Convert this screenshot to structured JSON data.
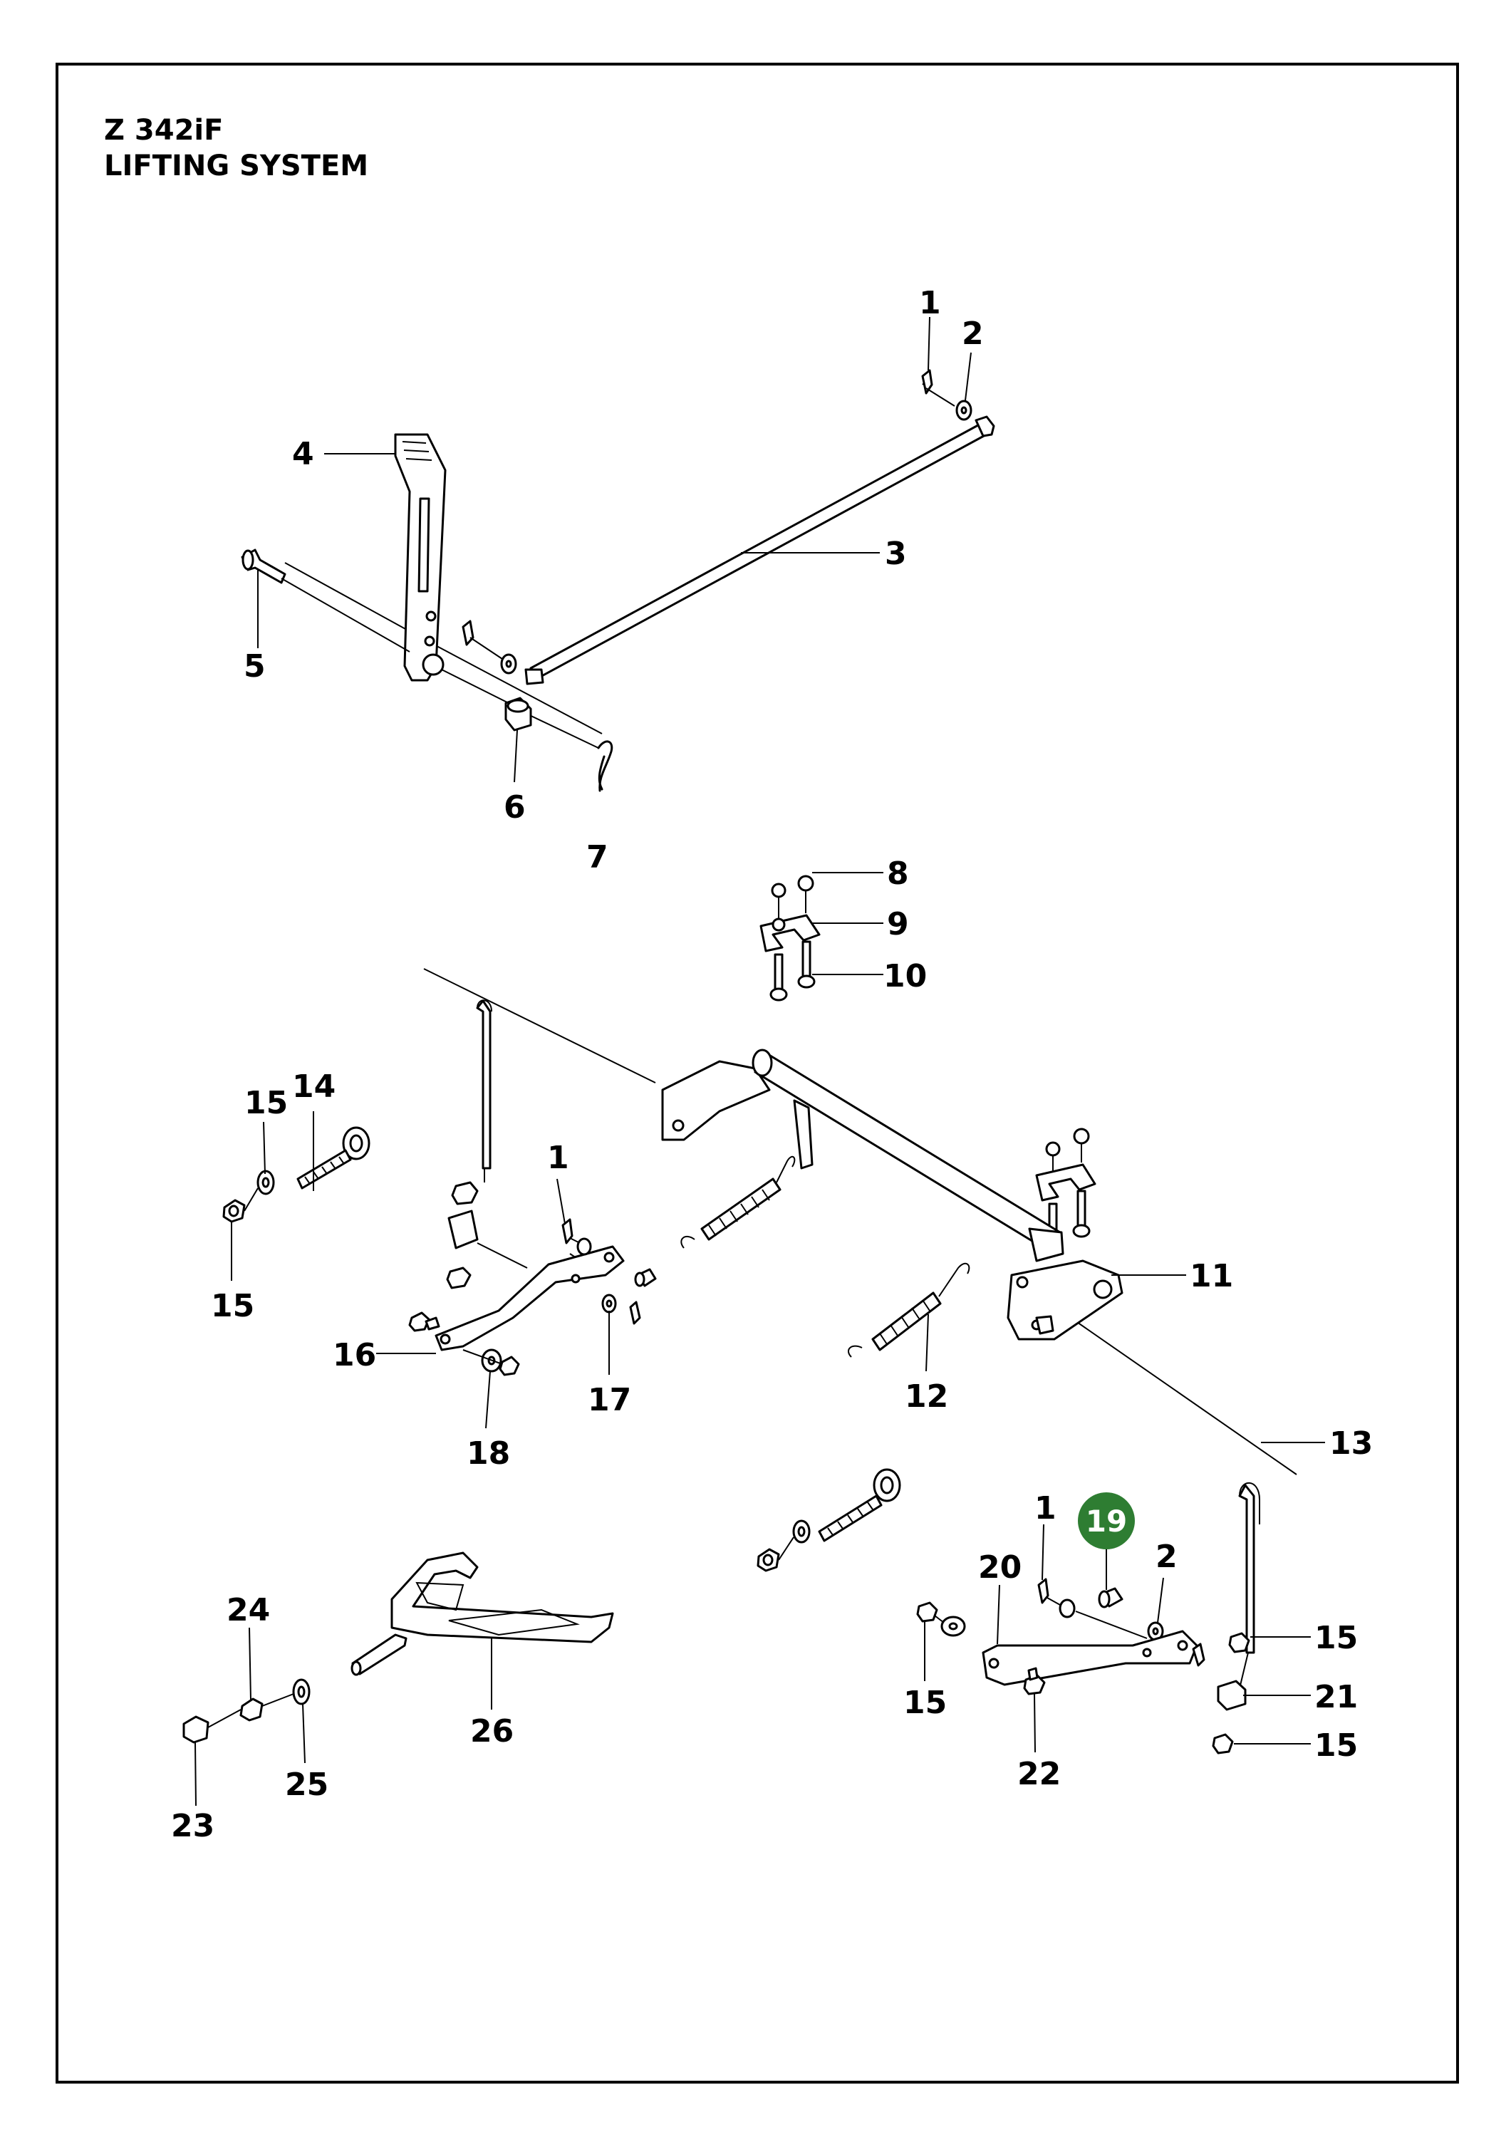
{
  "header": {
    "model": "Z 342iF",
    "system": "LIFTING SYSTEM"
  },
  "highlight": {
    "part": "19",
    "color": "#2e7d32"
  },
  "callouts": {
    "c1a": "1",
    "c2a": "2",
    "c3": "3",
    "c4": "4",
    "c5": "5",
    "c6": "6",
    "c7": "7",
    "c8": "8",
    "c9": "9",
    "c10": "10",
    "c11": "11",
    "c12": "12",
    "c13": "13",
    "c14": "14",
    "c15a": "15",
    "c15b": "15",
    "c1b": "1",
    "c16": "16",
    "c17": "17",
    "c18": "18",
    "c1c": "1",
    "c19": "19",
    "c20": "20",
    "c2b": "2",
    "c15c": "15",
    "c15d": "15",
    "c21": "21",
    "c15e": "15",
    "c22": "22",
    "c23": "23",
    "c24": "24",
    "c25": "25",
    "c26": "26"
  }
}
